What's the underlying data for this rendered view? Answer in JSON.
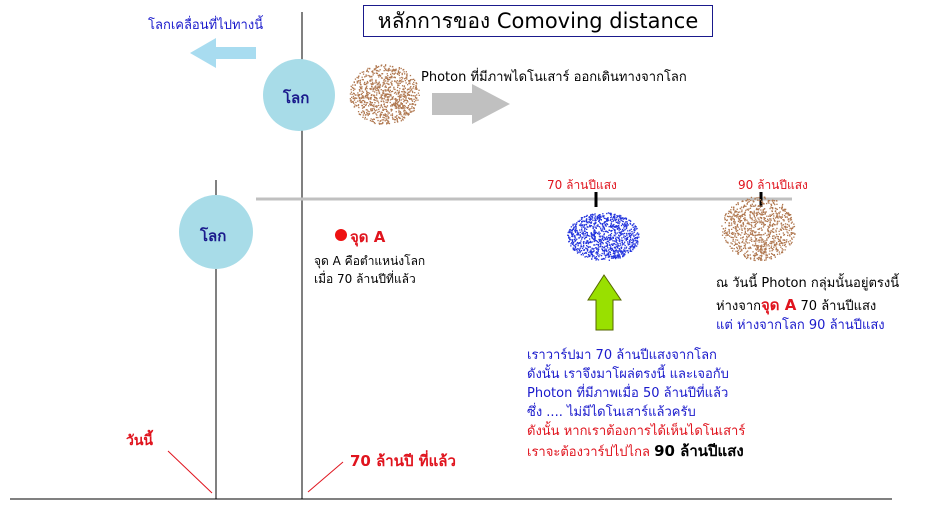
{
  "title": "หลักการของ Comoving distance",
  "earth_moving_label": "โลกเคลื่อนที่ไปทางนี้",
  "earth_label_top": "โลก",
  "earth_label_bottom": "โลก",
  "photon_departure_text": "Photon ที่มีภาพไดโนเสาร์ ออกเดินทางจากโลก",
  "marker_70_label": "70 ล้านปีแสง",
  "marker_90_label": "90 ล้านปีแสง",
  "point_a": {
    "label": "จุด A",
    "desc_line1": "จุด A คือตำแหน่งโลก",
    "desc_line2": "เมื่อ 70 ล้านปีที่แล้ว"
  },
  "photon_now": {
    "line1": "ณ วันนี้ Photon กลุ่มนั้นอยู่ตรงนี้",
    "line2_pre": "ห่างจาก",
    "line2_a": "จุด A",
    "line2_post": " 70 ล้านปีแสง",
    "line3": "แต่ ห่างจากโลก 90 ล้านปีแสง"
  },
  "warp_text": {
    "line1": "เราวาร์ปมา 70 ล้านปีแสงจากโลก",
    "line2": "ดังนั้น เราจึงมาโผล่ตรงนี้ และเจอกับ",
    "line3": "Photon ที่มีภาพเมื่อ 50 ล้านปีที่แล้ว",
    "line4": "ซึ่ง .... ไม่มีไดโนเสาร์แล้วครับ",
    "line5": "ดังนั้น หากเราต้องการได้เห็นไดโนเสาร์",
    "line6_pre": "เราจะต้องวาร์ปไปไกล ",
    "line6_bold": "90 ล้านปีแสง"
  },
  "today_label": "วันนี้",
  "past_label": "70 ล้านปี ที่แล้ว",
  "colors": {
    "earth": "#a8dce8",
    "arrow_blue": "#a8dcf0",
    "arrow_gray": "#c0c0c0",
    "arrow_green": "#99e000",
    "dot_red": "#ee1111",
    "photon_brown": "#b07850",
    "photon_blue": "#2233dd",
    "text_blue": "#1a1acc",
    "text_red": "#e0141e"
  }
}
